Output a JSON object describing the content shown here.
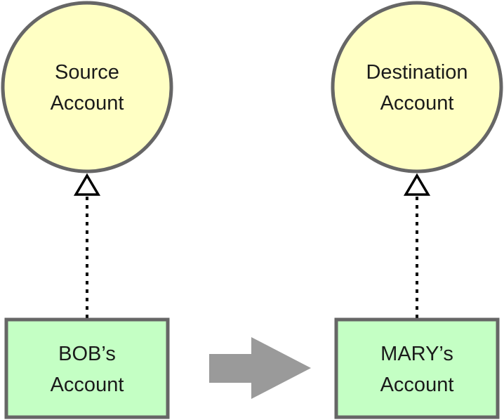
{
  "colors": {
    "role_fill": "#ffffc4",
    "role_stroke": "#666666",
    "instance_fill": "#c4ffc4",
    "instance_stroke": "#666666",
    "arrow_fill": "#9a9a9a",
    "connector_stroke": "#000000"
  },
  "roles": {
    "source": {
      "line1": "Source",
      "line2": "Account"
    },
    "destination": {
      "line1": "Destination",
      "line2": "Account"
    }
  },
  "instances": {
    "bob": {
      "line1": "BOB’s",
      "line2": "Account"
    },
    "mary": {
      "line1": "MARY’s",
      "line2": "Account"
    }
  },
  "connectors": [
    {
      "from": "BOB’s Account",
      "to": "Source Account",
      "style": "dotted",
      "arrowhead": "hollow-triangle"
    },
    {
      "from": "MARY’s Account",
      "to": "Destination Account",
      "style": "dotted",
      "arrowhead": "hollow-triangle"
    }
  ],
  "transfer_arrow": {
    "from": "BOB’s Account",
    "to": "MARY’s Account",
    "icon": "block-arrow-right-icon"
  }
}
